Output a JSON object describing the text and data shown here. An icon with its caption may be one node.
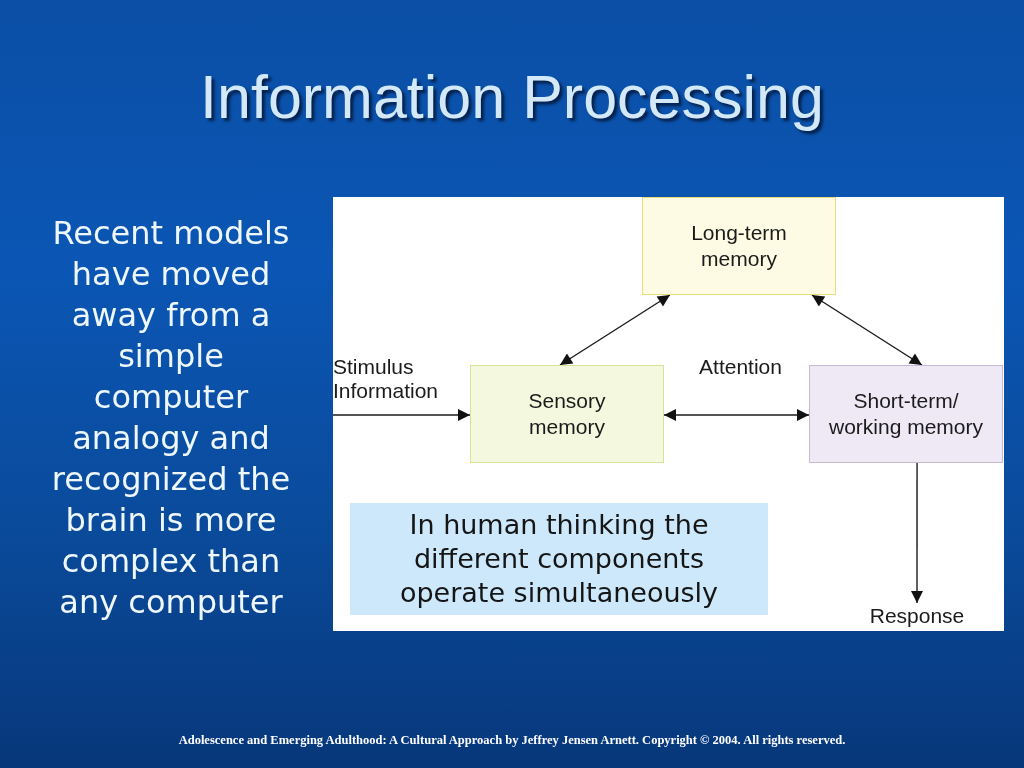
{
  "diagram": {
    "title": "Information Processing",
    "caption": "Adolescence and Emerging Adulthood: A Cultural Approach by Jeffrey Jensen Arnett. Copyright © 2004. All rights reserved.",
    "nodes": [
      {
        "text": [
          "Long-term memory"
        ]
      },
      {
        "text": [
          "Stimulus Information"
        ]
      },
      {
        "text": [
          "Sensory memory"
        ]
      },
      {
        "text": [
          "Short-term/ working memory"
        ]
      },
      {
        "text": [
          "In human thinking the different components operate simultaneously"
        ]
      },
      {
        "text": [
          "Response"
        ]
      }
    ],
    "edges": [
      {
        "from": 1,
        "to": 2,
        "arrow": "to"
      },
      {
        "from": 2,
        "to": 0,
        "arrow": "both"
      },
      {
        "from": 0,
        "to": 3,
        "arrow": "both"
      },
      {
        "from": 2,
        "to": 3,
        "arrow": "both",
        "label": "Attention"
      },
      {
        "from": 3,
        "to": 5,
        "arrow": "to"
      }
    ],
    "labels": [
      "Recent models have moved away from a simple computer analogy and recognized the brain is more complex than any computer"
    ]
  }
}
